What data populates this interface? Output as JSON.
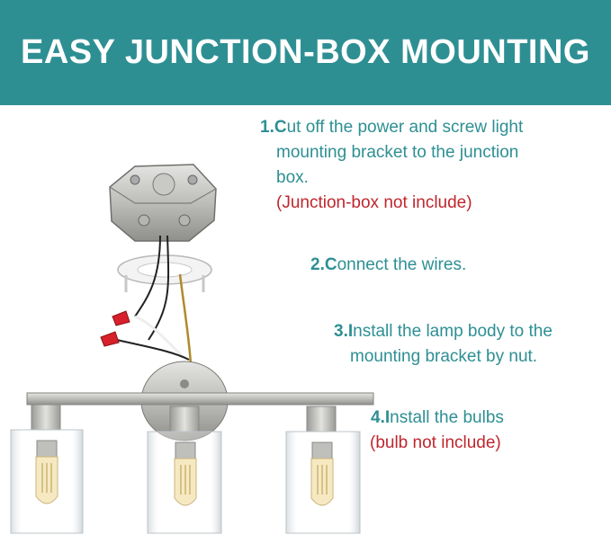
{
  "header": {
    "title": "EASY JUNCTION-BOX MOUNTING"
  },
  "steps": [
    {
      "num": "1.",
      "first": "C",
      "rest": "ut off the power and screw light",
      "line2": "mounting bracket to the junction",
      "line3": "box.",
      "note": "(Junction-box not include)"
    },
    {
      "num": "2.",
      "first": "C",
      "rest": "onnect the wires."
    },
    {
      "num": "3.",
      "first": "I",
      "rest": "nstall the lamp body to the",
      "line2": "mounting bracket by nut."
    },
    {
      "num": "4.",
      "first": "I",
      "rest": "nstall the bulbs",
      "note": "(bulb not include)"
    }
  ],
  "colors": {
    "banner": "#2e8f93",
    "step_text": "#2e8f93",
    "note_text": "#c0262d"
  },
  "icons": [
    "junction-box-icon",
    "mounting-bracket-icon",
    "wire-nut-icon",
    "vanity-light-fixture-icon"
  ]
}
